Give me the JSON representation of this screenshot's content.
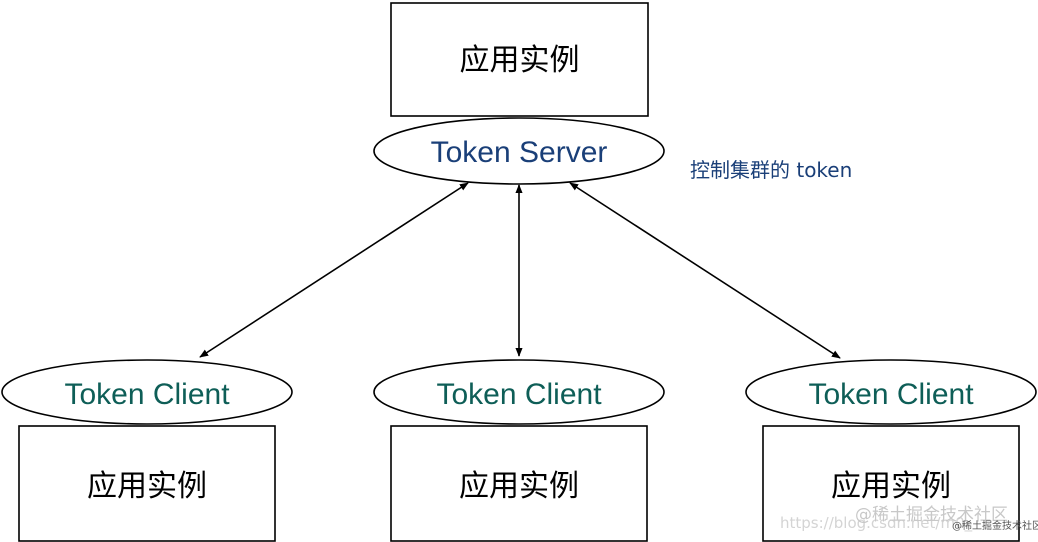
{
  "server": {
    "app_label": "应用实例",
    "label": "Token Server",
    "note": "控制集群的 token"
  },
  "clients": [
    {
      "label": "Token Client",
      "app_label": "应用实例"
    },
    {
      "label": "Token Client",
      "app_label": "应用实例"
    },
    {
      "label": "Token Client",
      "app_label": "应用实例"
    }
  ],
  "watermark": {
    "brand": "@稀土掘金技术社区",
    "url": "https://blog.csdn.net/m0_",
    "small": "@稀土掘金技术社区"
  },
  "colors": {
    "server_text": "#1a3f78",
    "client_text": "#0e5e57",
    "stroke": "#000000"
  }
}
